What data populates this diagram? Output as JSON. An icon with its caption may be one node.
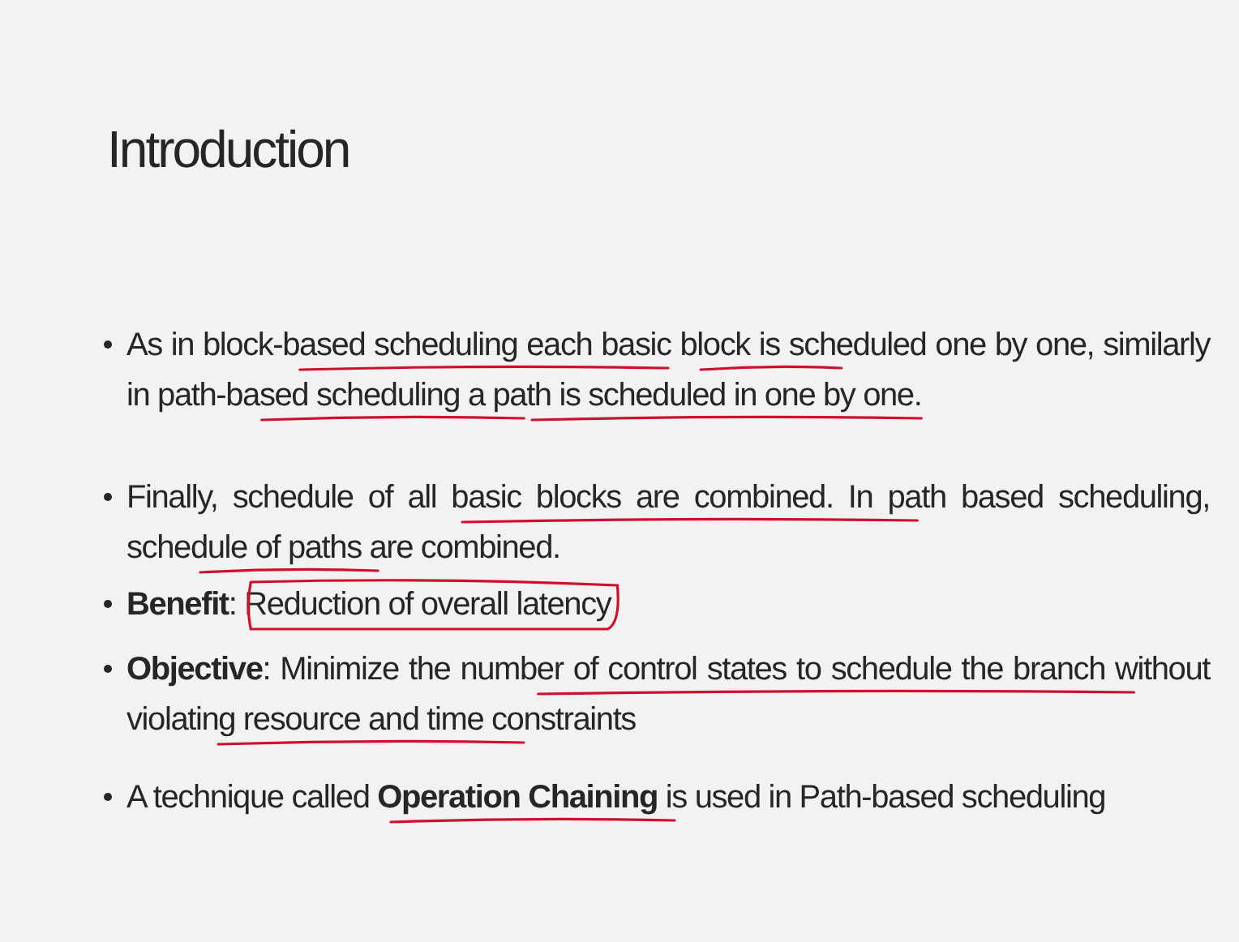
{
  "diagram": {
    "title": "Introduction",
    "labels": [
      "As in block-based scheduling each basic block is scheduled one by one, similarly in path-based scheduling a path is scheduled in one by one.",
      "Finally, schedule of all basic blocks are combined. In path based scheduling, schedule of paths are combined.",
      "**Benefit**: Reduction of overall latency",
      "**Objective**: Minimize the number of control states to schedule the branch without violating resource and time constraints",
      "A technique called **Operation Chaining** is used in Path-based scheduling"
    ]
  }
}
